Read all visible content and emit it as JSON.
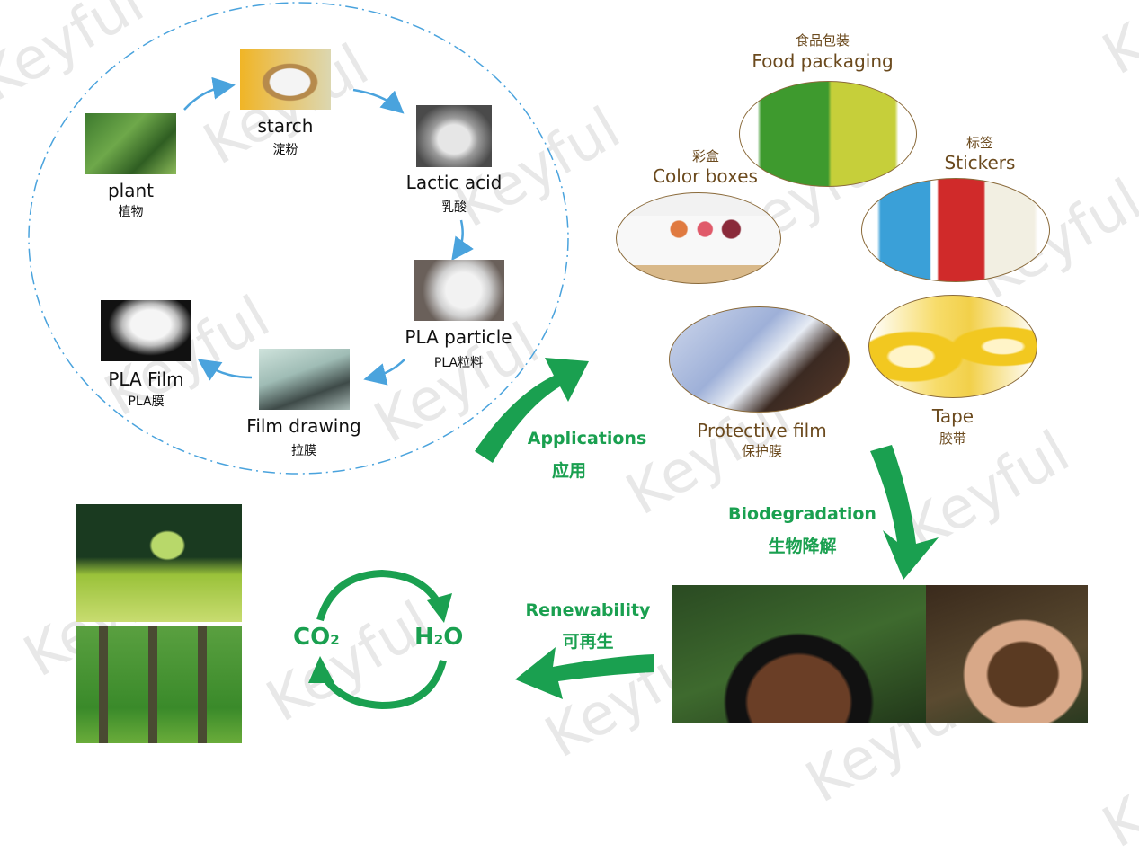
{
  "process_cycle": {
    "steps": [
      {
        "en": "plant",
        "cn": "植物",
        "icon": "corn-plant-photo"
      },
      {
        "en": "starch",
        "cn": "淀粉",
        "icon": "starch-bowl-photo"
      },
      {
        "en": "Lactic acid",
        "cn": "乳酸",
        "icon": "beaker-photo"
      },
      {
        "en": "PLA particle",
        "cn": "PLA粒料",
        "icon": "pellets-photo"
      },
      {
        "en": "Film drawing",
        "cn": "拉膜",
        "icon": "film-machine-photo"
      },
      {
        "en": "PLA Film",
        "cn": "PLA膜",
        "icon": "film-roll-photo"
      }
    ]
  },
  "applications": {
    "label_en": "Applications",
    "label_cn": "应用",
    "items": [
      {
        "en": "Food packaging",
        "cn": "食品包装",
        "icon": "chips-bags-photo"
      },
      {
        "en": "Color boxes",
        "cn": "彩盒",
        "icon": "cupcake-box-photo"
      },
      {
        "en": "Stickers",
        "cn": "标签",
        "icon": "sticker-rolls-photo"
      },
      {
        "en": "Protective film",
        "cn": "保护膜",
        "icon": "protective-film-photo"
      },
      {
        "en": "Tape",
        "cn": "胶带",
        "icon": "tape-rolls-photo"
      }
    ]
  },
  "biodegradation": {
    "label_en": "Biodegradation",
    "label_cn": "生物降解"
  },
  "renewability": {
    "label_en": "Renewability",
    "label_cn": "可再生"
  },
  "cycle": {
    "left": "CO",
    "left_sub": "2",
    "right_sub": "2",
    "right_h": "H",
    "right_o": "O"
  },
  "watermark": "Keyful",
  "colors": {
    "green": "#1aa050",
    "blue_arrow": "#4aa3dd",
    "brown_text": "#6b4a1e"
  }
}
